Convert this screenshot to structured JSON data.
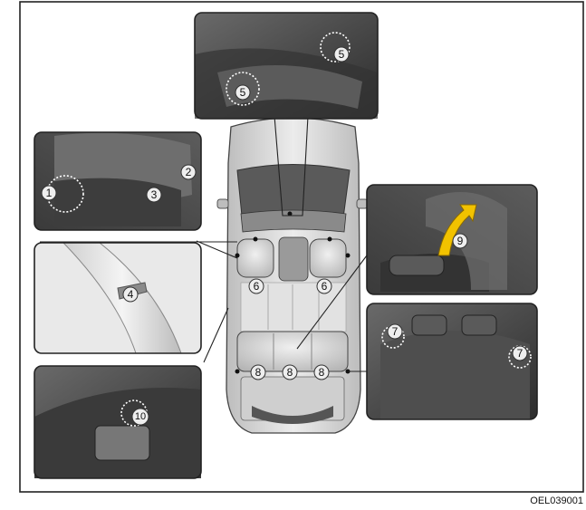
{
  "figure_code": "OEL039001",
  "callouts": {
    "c1": "1",
    "c2": "2",
    "c3": "3",
    "c4": "4",
    "c5a": "5",
    "c5b": "5",
    "c6a": "6",
    "c6b": "6",
    "c7a": "7",
    "c7b": "7",
    "c8a": "8",
    "c8b": "8",
    "c8c": "8",
    "c9": "9",
    "c10": "10"
  },
  "colors": {
    "panel_fill": "#4a4a4a",
    "panel_dark": "#2e2e2e",
    "car_body": "#d9d9d9",
    "seat": "#c9c9c9",
    "highlight": "#ffffff",
    "arrow": "#f2c200"
  }
}
